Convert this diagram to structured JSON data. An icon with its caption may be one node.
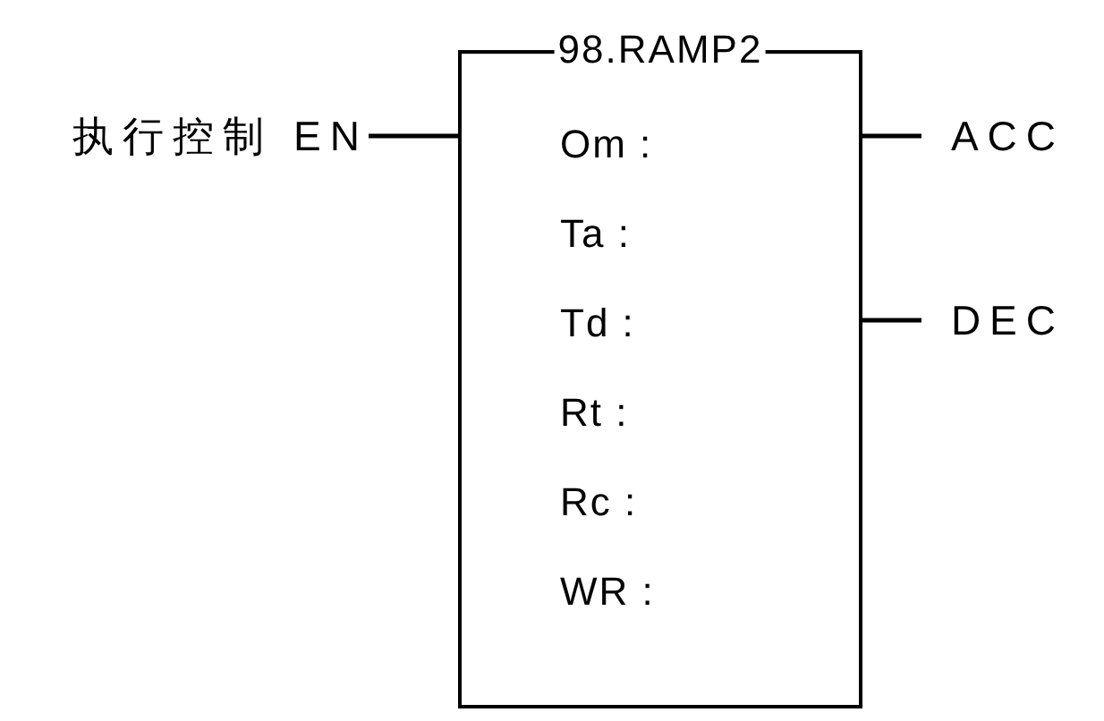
{
  "diagram": {
    "nodes": [
      {
        "text": [
          "98.RAMP2",
          "Om :",
          "Ta :",
          "Td :",
          "Rt :",
          "Rc :",
          "WR :"
        ]
      },
      {
        "text": [
          "执行控制 EN"
        ]
      },
      {
        "text": [
          "ACC"
        ]
      },
      {
        "text": [
          "DEC"
        ]
      }
    ],
    "edges": [
      {
        "from": 1,
        "to": 0,
        "arrow": "none"
      },
      {
        "from": 0,
        "to": 2,
        "arrow": "none"
      },
      {
        "from": 0,
        "to": 3,
        "arrow": "none"
      }
    ]
  }
}
